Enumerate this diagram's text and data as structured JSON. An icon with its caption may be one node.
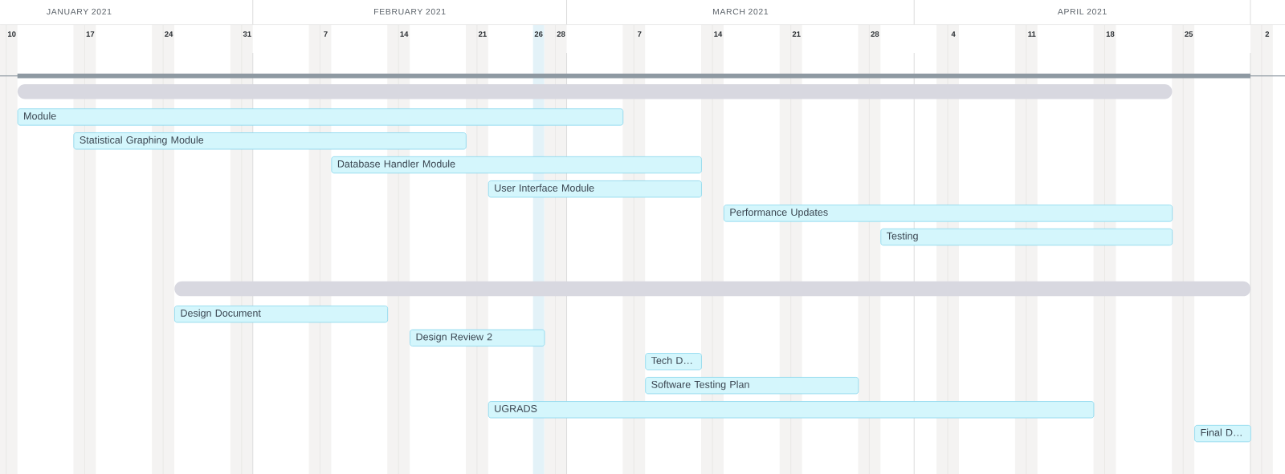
{
  "diagram": {
    "nodes": [
      {
        "text": [],
        "shape": "bar"
      },
      {
        "text": [
          "Module"
        ]
      },
      {
        "text": [
          "Statistical Graphing Module"
        ]
      },
      {
        "text": [
          "Database Handler Module"
        ]
      },
      {
        "text": [
          "User Interface Module"
        ]
      },
      {
        "text": [
          "Performance Updates"
        ]
      },
      {
        "text": [
          "Testing"
        ]
      },
      {
        "text": [],
        "shape": "bar"
      },
      {
        "text": [
          "Design Document"
        ]
      },
      {
        "text": [
          "Design Review 2"
        ]
      },
      {
        "text": [
          "Tech D…"
        ]
      },
      {
        "text": [
          "Software Testing Plan"
        ]
      },
      {
        "text": [
          "UGRADS"
        ]
      },
      {
        "text": [
          "Final D…"
        ]
      }
    ],
    "labels": [
      "JANUARY 2021",
      "FEBRUARY 2021",
      "MARCH 2021",
      "APRIL 2021",
      "10",
      "17",
      "24",
      "31",
      "7",
      "14",
      "21",
      "26",
      "28",
      "7",
      "14",
      "21",
      "28",
      "4",
      "11",
      "18",
      "25",
      "2"
    ]
  }
}
